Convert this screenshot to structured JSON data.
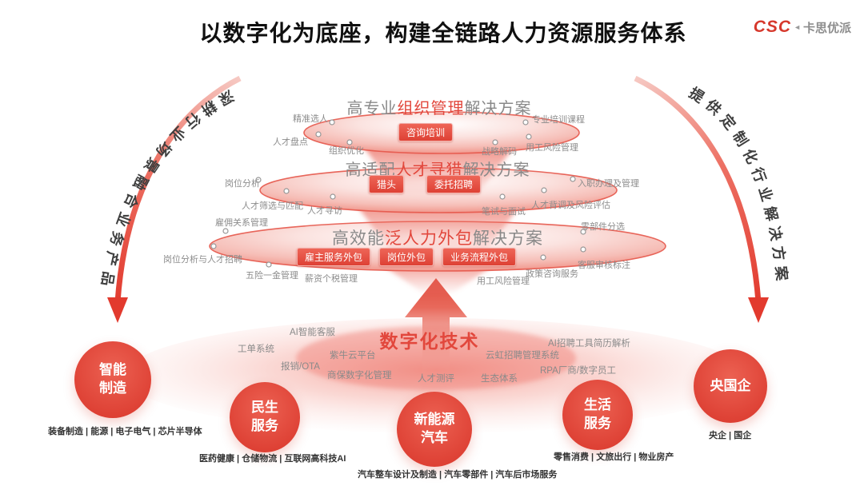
{
  "title": "以数字化为底座，构建全链路人力资源服务体系",
  "logo": {
    "brand": "CSC",
    "name": "卡思优派"
  },
  "side_arrows": {
    "left_text": "深耕行业场景融合业务产品",
    "right_text": "提供定制化行业解决方案"
  },
  "tiers": [
    {
      "title_prefix": "高专业",
      "title_highlight": "组织管理",
      "title_suffix": "解决方案",
      "buttons": [
        "咨询培训"
      ],
      "satellites": [
        "精准选人",
        "人才盘点",
        "组织优化",
        "战略解码",
        "用工风险管理",
        "专业培训课程"
      ]
    },
    {
      "title_prefix": "高适配",
      "title_highlight": "人才寻猎",
      "title_suffix": "解决方案",
      "buttons": [
        "猎头",
        "委托招聘"
      ],
      "satellites": [
        "岗位分析",
        "人才筛选与匹配",
        "人才寻访",
        "笔试与面试",
        "人才背调及风险评估",
        "入职办理及管理"
      ]
    },
    {
      "title_prefix": "高效能",
      "title_highlight": "泛人力外包",
      "title_suffix": "解决方案",
      "buttons": [
        "雇主服务外包",
        "岗位外包",
        "业务流程外包"
      ],
      "satellites": [
        "雇佣关系管理",
        "岗位分析与人才招聘",
        "五险一金管理",
        "薪资个税管理",
        "用工风险管理",
        "政策咨询服务",
        "客服审核标注",
        "零部件分选"
      ]
    }
  ],
  "digital_base": {
    "label": "数字化技术",
    "tools": [
      "AI智能客服",
      "工单系统",
      "紫牛云平台",
      "报销/OTA",
      "商保数字化管理",
      "人才测评",
      "生态体系",
      "云虹招聘管理系统",
      "RPA厂商/数字员工",
      "AI招聘工具简历解析"
    ]
  },
  "industries": [
    {
      "line1": "智能",
      "line2": "制造",
      "sub": "装备制造 | 能源 | 电子电气 | 芯片半导体"
    },
    {
      "line1": "民生",
      "line2": "服务",
      "sub": "医药健康 | 仓储物流 | 互联网高科技AI"
    },
    {
      "line1": "新能源",
      "line2": "汽车",
      "sub": "汽车整车设计及制造 | 汽车零部件 | 汽车后市场服务"
    },
    {
      "line1": "生活",
      "line2": "服务",
      "sub": "零售消费 | 文旅出行 | 物业房产"
    },
    {
      "line1": "央国企",
      "line2": "",
      "sub": "央企 | 国企"
    }
  ],
  "colors": {
    "accent": "#e2473c",
    "label_gray": "#8c8c8c",
    "title_black": "#101010"
  }
}
